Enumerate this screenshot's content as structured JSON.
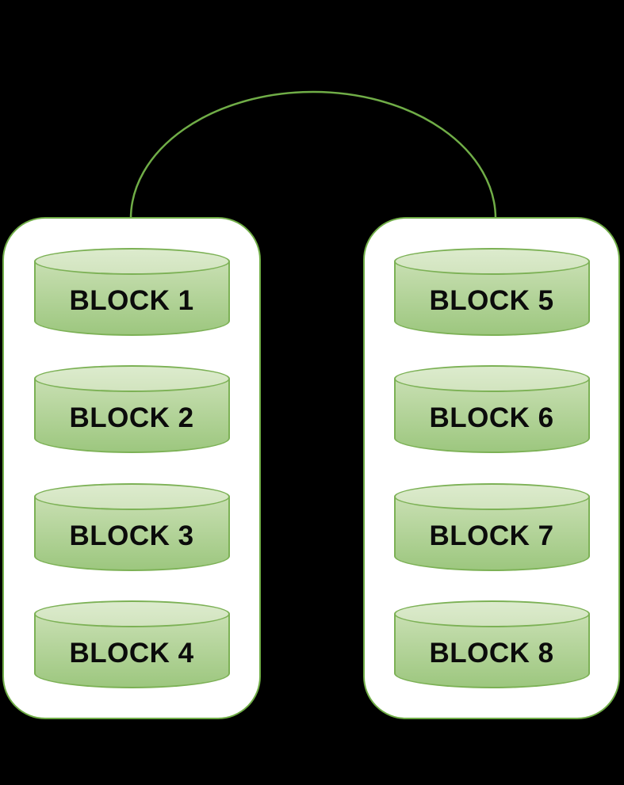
{
  "colors": {
    "background": "#000000",
    "accent_green": "#70ad47",
    "node_fill": "#ffffff",
    "cylinder_stroke": "#7cb155",
    "cylinder_top_light": "#dcebcd",
    "cylinder_top_fill": "#d2e4bf",
    "cylinder_body_top": "#c8dfb2",
    "cylinder_body_bottom": "#9dc77f",
    "label_color": "#0b0b0b"
  },
  "diagram": {
    "connection": "arc",
    "stacks": [
      {
        "id": "left-stack",
        "blocks": [
          {
            "label": "BLOCK 1"
          },
          {
            "label": "BLOCK 2"
          },
          {
            "label": "BLOCK 3"
          },
          {
            "label": "BLOCK 4"
          }
        ]
      },
      {
        "id": "right-stack",
        "blocks": [
          {
            "label": "BLOCK 5"
          },
          {
            "label": "BLOCK 6"
          },
          {
            "label": "BLOCK 7"
          },
          {
            "label": "BLOCK 8"
          }
        ]
      }
    ]
  }
}
